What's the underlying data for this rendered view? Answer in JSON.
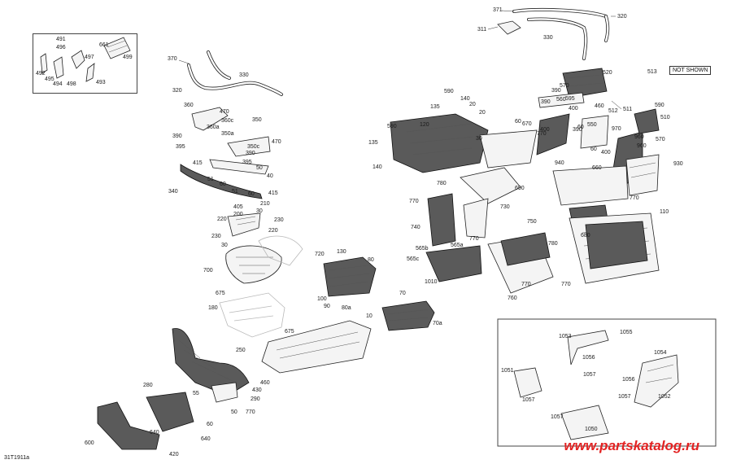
{
  "diagram": {
    "id": "31T1911a",
    "not_shown_label": "NOT SHOWN",
    "watermark": "www.partskatalog.ru"
  },
  "callouts": [
    {
      "id": "c371",
      "text": "371"
    },
    {
      "id": "c320a",
      "text": "320"
    },
    {
      "id": "c311",
      "text": "311"
    },
    {
      "id": "c330a",
      "text": "330"
    },
    {
      "id": "c513",
      "text": "513"
    },
    {
      "id": "c491",
      "text": "491"
    },
    {
      "id": "c496",
      "text": "496"
    },
    {
      "id": "c661",
      "text": "661"
    },
    {
      "id": "c499",
      "text": "499"
    },
    {
      "id": "c492",
      "text": "492"
    },
    {
      "id": "c495",
      "text": "495"
    },
    {
      "id": "c497",
      "text": "497"
    },
    {
      "id": "c494",
      "text": "494"
    },
    {
      "id": "c498",
      "text": "498"
    },
    {
      "id": "c493",
      "text": "493"
    },
    {
      "id": "c370",
      "text": "370"
    },
    {
      "id": "c330b",
      "text": "330"
    },
    {
      "id": "c320b",
      "text": "320"
    },
    {
      "id": "c360",
      "text": "360"
    },
    {
      "id": "c470a",
      "text": "470"
    },
    {
      "id": "c360c",
      "text": "360c"
    },
    {
      "id": "c360a",
      "text": "360a"
    },
    {
      "id": "c390a",
      "text": "390"
    },
    {
      "id": "c395a",
      "text": "395"
    },
    {
      "id": "c350",
      "text": "350"
    },
    {
      "id": "c350a",
      "text": "350a"
    },
    {
      "id": "c350c",
      "text": "350c"
    },
    {
      "id": "c470b",
      "text": "470"
    },
    {
      "id": "c390b",
      "text": "390"
    },
    {
      "id": "c395b",
      "text": "395"
    },
    {
      "id": "c415a",
      "text": "415"
    },
    {
      "id": "c50a",
      "text": "50"
    },
    {
      "id": "c51a",
      "text": "51"
    },
    {
      "id": "c40",
      "text": "40"
    },
    {
      "id": "c60a",
      "text": "60"
    },
    {
      "id": "c51b",
      "text": "51"
    },
    {
      "id": "c340",
      "text": "340"
    },
    {
      "id": "c60b",
      "text": "60"
    },
    {
      "id": "c415b",
      "text": "415"
    },
    {
      "id": "c210",
      "text": "210"
    },
    {
      "id": "c405",
      "text": "405"
    },
    {
      "id": "c30a",
      "text": "30"
    },
    {
      "id": "c200",
      "text": "200"
    },
    {
      "id": "c220a",
      "text": "220"
    },
    {
      "id": "c230a",
      "text": "230"
    },
    {
      "id": "c220b",
      "text": "220"
    },
    {
      "id": "c230b",
      "text": "230"
    },
    {
      "id": "c30b",
      "text": "30"
    },
    {
      "id": "c720",
      "text": "720"
    },
    {
      "id": "c700",
      "text": "700"
    },
    {
      "id": "c675a",
      "text": "675"
    },
    {
      "id": "c180",
      "text": "180"
    },
    {
      "id": "c675b",
      "text": "675"
    },
    {
      "id": "c130",
      "text": "130"
    },
    {
      "id": "c80",
      "text": "80"
    },
    {
      "id": "c100",
      "text": "100"
    },
    {
      "id": "c90",
      "text": "90"
    },
    {
      "id": "c80a",
      "text": "80a"
    },
    {
      "id": "c70",
      "text": "70"
    },
    {
      "id": "c70a",
      "text": "70a"
    },
    {
      "id": "c10",
      "text": "10"
    },
    {
      "id": "c250",
      "text": "250"
    },
    {
      "id": "c460a",
      "text": "460"
    },
    {
      "id": "c430",
      "text": "430"
    },
    {
      "id": "c290",
      "text": "290"
    },
    {
      "id": "c280",
      "text": "280"
    },
    {
      "id": "c55",
      "text": "55"
    },
    {
      "id": "c50b",
      "text": "50"
    },
    {
      "id": "c770a",
      "text": "770"
    },
    {
      "id": "c60c",
      "text": "60"
    },
    {
      "id": "c640a",
      "text": "640"
    },
    {
      "id": "c640b",
      "text": "640"
    },
    {
      "id": "c600",
      "text": "600"
    },
    {
      "id": "c420",
      "text": "420"
    },
    {
      "id": "c590a",
      "text": "590"
    },
    {
      "id": "c135a",
      "text": "135"
    },
    {
      "id": "c140a",
      "text": "140"
    },
    {
      "id": "c20a",
      "text": "20"
    },
    {
      "id": "c20b",
      "text": "20"
    },
    {
      "id": "c590b",
      "text": "590"
    },
    {
      "id": "c120",
      "text": "120"
    },
    {
      "id": "c135b",
      "text": "135"
    },
    {
      "id": "c140b",
      "text": "140"
    },
    {
      "id": "c670",
      "text": "670"
    },
    {
      "id": "c30c",
      "text": "30"
    },
    {
      "id": "c780a",
      "text": "780"
    },
    {
      "id": "c690",
      "text": "690"
    },
    {
      "id": "c770b",
      "text": "770"
    },
    {
      "id": "c730",
      "text": "730"
    },
    {
      "id": "c740",
      "text": "740"
    },
    {
      "id": "c770c",
      "text": "770"
    },
    {
      "id": "c565b",
      "text": "565b"
    },
    {
      "id": "c565a",
      "text": "565a"
    },
    {
      "id": "c565c",
      "text": "565c"
    },
    {
      "id": "c1010",
      "text": "1010"
    },
    {
      "id": "c520",
      "text": "520"
    },
    {
      "id": "c570a",
      "text": "570"
    },
    {
      "id": "c390c",
      "text": "390"
    },
    {
      "id": "c390d",
      "text": "390"
    },
    {
      "id": "c560",
      "text": "560"
    },
    {
      "id": "c595",
      "text": "595"
    },
    {
      "id": "c460b",
      "text": "460"
    },
    {
      "id": "c400a",
      "text": "400"
    },
    {
      "id": "c60d",
      "text": "60"
    },
    {
      "id": "c400b",
      "text": "400"
    },
    {
      "id": "c770d",
      "text": "770"
    },
    {
      "id": "c60e",
      "text": "60"
    },
    {
      "id": "c550",
      "text": "550"
    },
    {
      "id": "c512",
      "text": "512"
    },
    {
      "id": "c511",
      "text": "511"
    },
    {
      "id": "c590c",
      "text": "590"
    },
    {
      "id": "c510",
      "text": "510"
    },
    {
      "id": "c390e",
      "text": "390"
    },
    {
      "id": "c970",
      "text": "970"
    },
    {
      "id": "c960a",
      "text": "960"
    },
    {
      "id": "c960b",
      "text": "960"
    },
    {
      "id": "c570b",
      "text": "570"
    },
    {
      "id": "c60f",
      "text": "60"
    },
    {
      "id": "c400c",
      "text": "400"
    },
    {
      "id": "c940",
      "text": "940"
    },
    {
      "id": "c930",
      "text": "930"
    },
    {
      "id": "c660",
      "text": "660"
    },
    {
      "id": "c770e",
      "text": "770"
    },
    {
      "id": "c110",
      "text": "110"
    },
    {
      "id": "c750",
      "text": "750"
    },
    {
      "id": "c780b",
      "text": "780"
    },
    {
      "id": "c680",
      "text": "680"
    },
    {
      "id": "c770f",
      "text": "770"
    },
    {
      "id": "c770g",
      "text": "770"
    },
    {
      "id": "c760",
      "text": "760"
    },
    {
      "id": "c1053",
      "text": "1053"
    },
    {
      "id": "c1055",
      "text": "1055"
    },
    {
      "id": "c1056a",
      "text": "1056"
    },
    {
      "id": "c1057a",
      "text": "1057"
    },
    {
      "id": "c1051",
      "text": "1051"
    },
    {
      "id": "c1057b",
      "text": "1057"
    },
    {
      "id": "c1054",
      "text": "1054"
    },
    {
      "id": "c1056b",
      "text": "1056"
    },
    {
      "id": "c1057c",
      "text": "1057"
    },
    {
      "id": "c1052",
      "text": "1052"
    },
    {
      "id": "c1057d",
      "text": "1057"
    },
    {
      "id": "c1050",
      "text": "1050"
    }
  ]
}
